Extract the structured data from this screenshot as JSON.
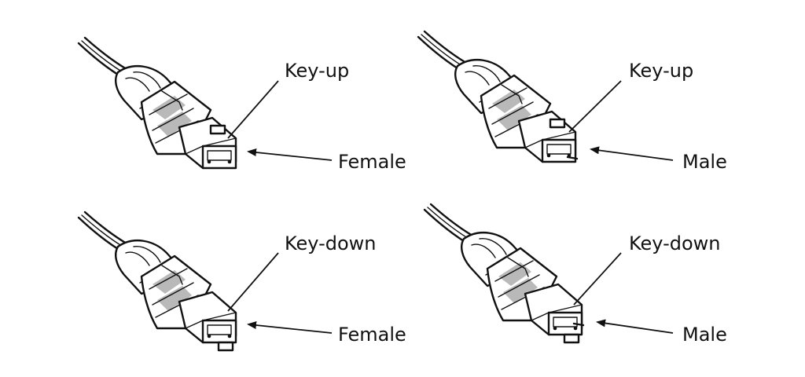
{
  "connectors": [
    {
      "id": "top-left",
      "key_label": "Key-up",
      "gender_label": "Female"
    },
    {
      "id": "top-right",
      "key_label": "Key-up",
      "gender_label": "Male"
    },
    {
      "id": "bottom-left",
      "key_label": "Key-down",
      "gender_label": "Female"
    },
    {
      "id": "bottom-right",
      "key_label": "Key-down",
      "gender_label": "Male"
    }
  ]
}
